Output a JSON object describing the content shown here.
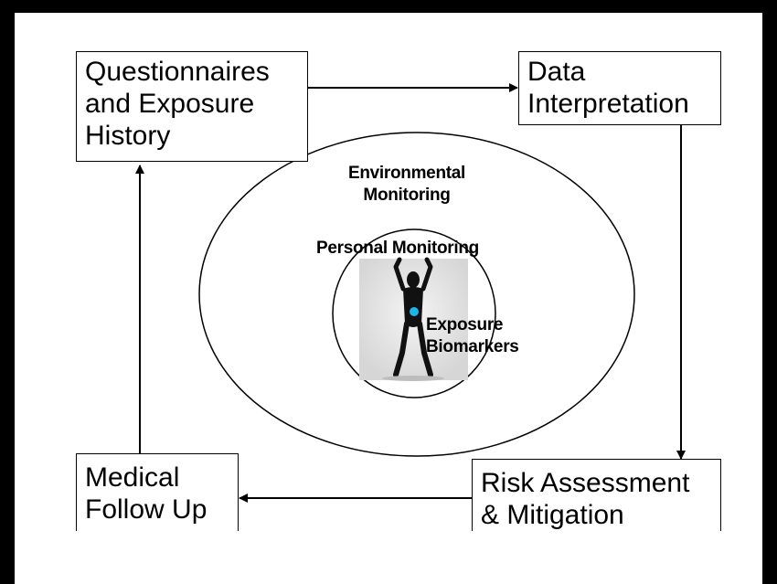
{
  "boxes": {
    "questionnaires": "Questionnaires\nand Exposure\nHistory",
    "data_interpretation": "Data\nInterpretation",
    "risk_assessment": "Risk Assessment\n& Mitigation",
    "medical_follow_up": "Medical\nFollow Up"
  },
  "rings": {
    "environmental": "Environmental\nMonitoring",
    "personal": "Personal Monitoring",
    "biomarkers": "Exposure\nBiomarkers"
  },
  "colors": {
    "frame": "#000000",
    "biomarker_dot": "#1EB4E8"
  }
}
